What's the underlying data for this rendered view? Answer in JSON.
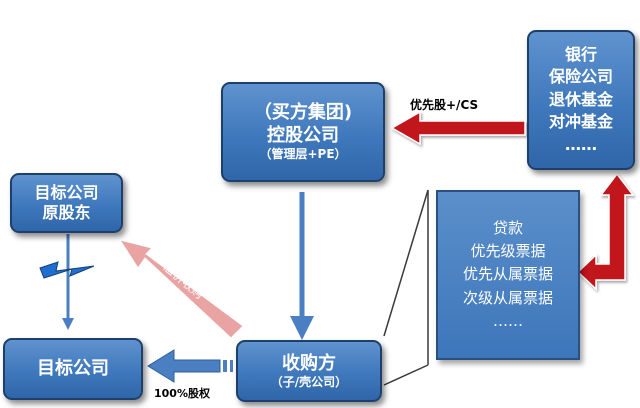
{
  "nodes": {
    "buyer": {
      "line1": "（买方集团)",
      "line2": "控股公司",
      "line3": "（管理层+PE）"
    },
    "investors": {
      "items": [
        "银行",
        "保险公司",
        "退休基金",
        "对冲基金",
        "……"
      ]
    },
    "target_shareholders": {
      "line1": "目标公司",
      "line2": "原股东"
    },
    "target": {
      "label": "目标公司"
    },
    "acquirer": {
      "line1": "收购方",
      "line2": "（子/壳公司）"
    },
    "financing": {
      "items": [
        "贷款",
        "优先级票据",
        "优先从属票据",
        "次级从属票据",
        "……"
      ]
    }
  },
  "edges": {
    "preferred_stock": "优先股+/CS",
    "premium_acquisition": "溢价收购",
    "full_equity": "100%股权"
  },
  "colors": {
    "box_blue": "#3f78bc",
    "arrow_red": "#c0141c",
    "arrow_pink": "#e9a3a3",
    "arrow_blue": "#4a7fc1"
  }
}
